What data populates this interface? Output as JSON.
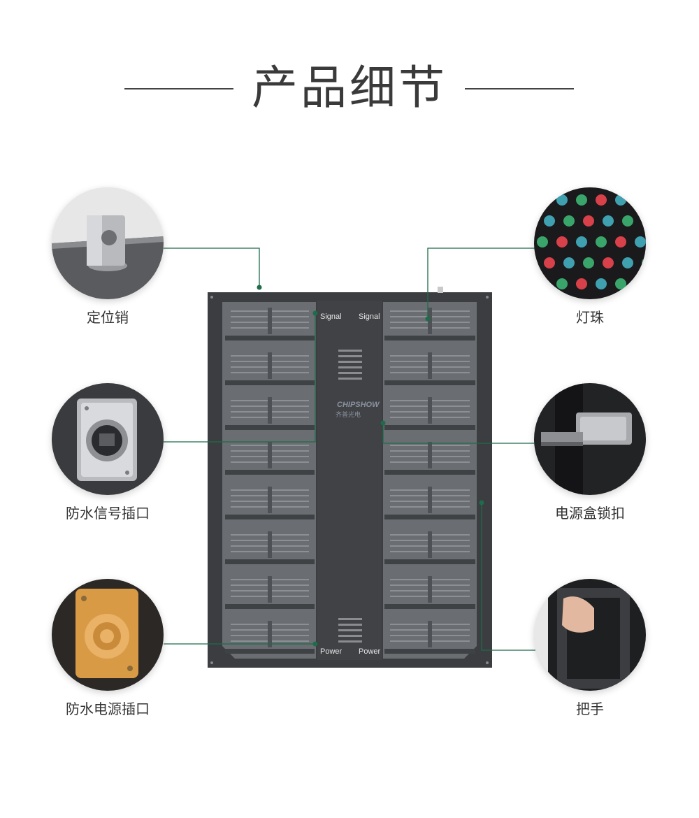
{
  "header": {
    "title": "产品细节"
  },
  "callouts": {
    "locating_pin": {
      "label": "定位销"
    },
    "led_beads": {
      "label": "灯珠"
    },
    "signal_port": {
      "label": "防水信号插口"
    },
    "power_lock": {
      "label": "电源盒锁扣"
    },
    "power_port": {
      "label": "防水电源插口"
    },
    "handle": {
      "label": "把手"
    }
  },
  "panel": {
    "signal_left": "Signal",
    "signal_right": "Signal",
    "power_left": "Power",
    "power_right": "Power",
    "brand": "CHIPSHOW",
    "brand_cn": "齐普光电"
  },
  "colors": {
    "accent_line": "#1f6b4a",
    "panel_frame": "#3b3d40",
    "panel_bg": "#55585c"
  }
}
